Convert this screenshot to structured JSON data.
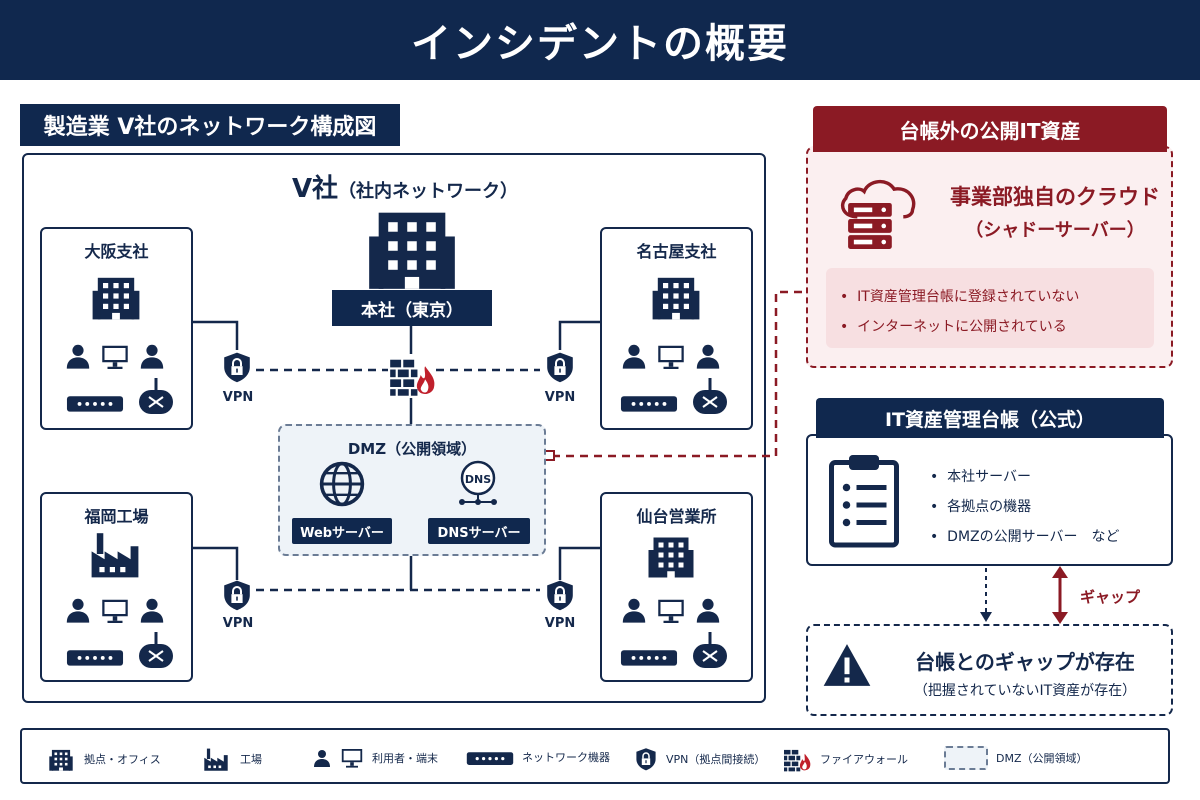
{
  "header": {
    "title": "インシデントの概要"
  },
  "network": {
    "label": "製造業  V社のネットワーク構成図",
    "corp_name": "V社",
    "corp_sub": "（社内ネットワーク）",
    "hq_label": "本社（東京）",
    "sites": {
      "osaka": "大阪支社",
      "nagoya": "名古屋支社",
      "fukuoka": "福岡工場",
      "sendai": "仙台営業所"
    },
    "vpn_label": "VPN",
    "dmz": {
      "title": "DMZ（公開領域）",
      "dns_badge": "DNS",
      "web_server": "Webサーバー",
      "dns_server": "DNSサーバー"
    }
  },
  "shadow_panel": {
    "title": "台帳外の公開IT資産",
    "name_line1": "事業部独自のクラウド",
    "name_line2": "（シャドーサーバー）",
    "items": [
      "IT資産管理台帳に登録されていない",
      "インターネットに公開されている"
    ]
  },
  "ledger_panel": {
    "title": "IT資産管理台帳（公式）",
    "items": [
      "本社サーバー",
      "各拠点の機器",
      "DMZの公開サーバー　など"
    ]
  },
  "gap_panel": {
    "gap_label": "ギャップ",
    "main": "台帳とのギャップが存在",
    "sub": "（把握されていないIT資産が存在）"
  },
  "legend": {
    "office": "拠点・オフィス",
    "factory": "工場",
    "user": "利用者・端末",
    "network_device": "ネットワーク機器",
    "vpn": "VPN（拠点間接続）",
    "firewall": "ファイアウォール",
    "dmz": "DMZ（公開領域）"
  },
  "colors": {
    "navy": "#10284e",
    "crimson": "#8b1a24",
    "pink_bg": "#fbeff0",
    "dmz_bg": "#eef3f8"
  },
  "icons": [
    "building-icon",
    "factory-icon",
    "person-icon",
    "monitor-icon",
    "switch-icon",
    "router-icon",
    "shield-lock-icon",
    "firewall-icon",
    "globe-icon",
    "dns-icon",
    "cloud-server-icon",
    "clipboard-icon",
    "warning-icon"
  ]
}
